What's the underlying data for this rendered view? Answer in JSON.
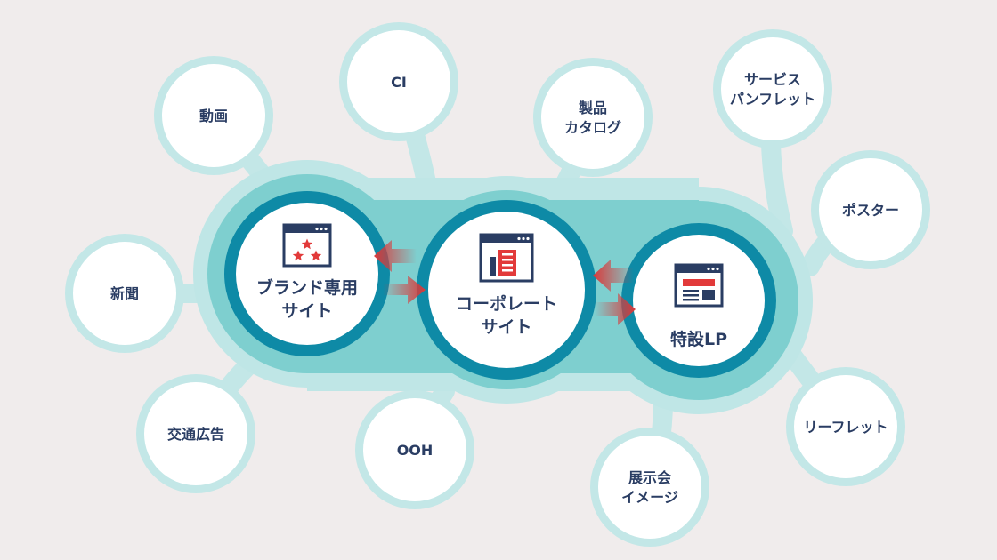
{
  "colors": {
    "background": "#f0ecec",
    "outer_ring": "#c3e7e7",
    "blob_outer": "#bfe6e6",
    "blob_inner": "#7ecfcf",
    "main_ring": "#0e8aa6",
    "node_fill": "#ffffff",
    "text": "#2a3d63",
    "icon_navy": "#2a3d63",
    "icon_red": "#e23a3a",
    "arrow_red": "#d93a3a"
  },
  "core_nodes": [
    {
      "id": "brand",
      "lines": [
        "ブランド専用",
        "サイト"
      ],
      "icon": "browser-stars-icon"
    },
    {
      "id": "corporate",
      "lines": [
        "コーポレート",
        "サイト"
      ],
      "icon": "browser-building-icon"
    },
    {
      "id": "lp",
      "lines": [
        "特設LP"
      ],
      "icon": "browser-layout-icon"
    }
  ],
  "satellites": [
    {
      "id": "video",
      "lines": [
        "動画"
      ]
    },
    {
      "id": "ci",
      "lines": [
        "CI"
      ]
    },
    {
      "id": "catalog",
      "lines": [
        "製品",
        "カタログ"
      ]
    },
    {
      "id": "pamphlet",
      "lines": [
        "サービス",
        "パンフレット"
      ]
    },
    {
      "id": "poster",
      "lines": [
        "ポスター"
      ]
    },
    {
      "id": "newspaper",
      "lines": [
        "新聞"
      ]
    },
    {
      "id": "transit-ad",
      "lines": [
        "交通広告"
      ]
    },
    {
      "id": "ooh",
      "lines": [
        "OOH"
      ]
    },
    {
      "id": "exhibition",
      "lines": [
        "展示会",
        "イメージ"
      ]
    },
    {
      "id": "leaflet",
      "lines": [
        "リーフレット"
      ]
    }
  ]
}
